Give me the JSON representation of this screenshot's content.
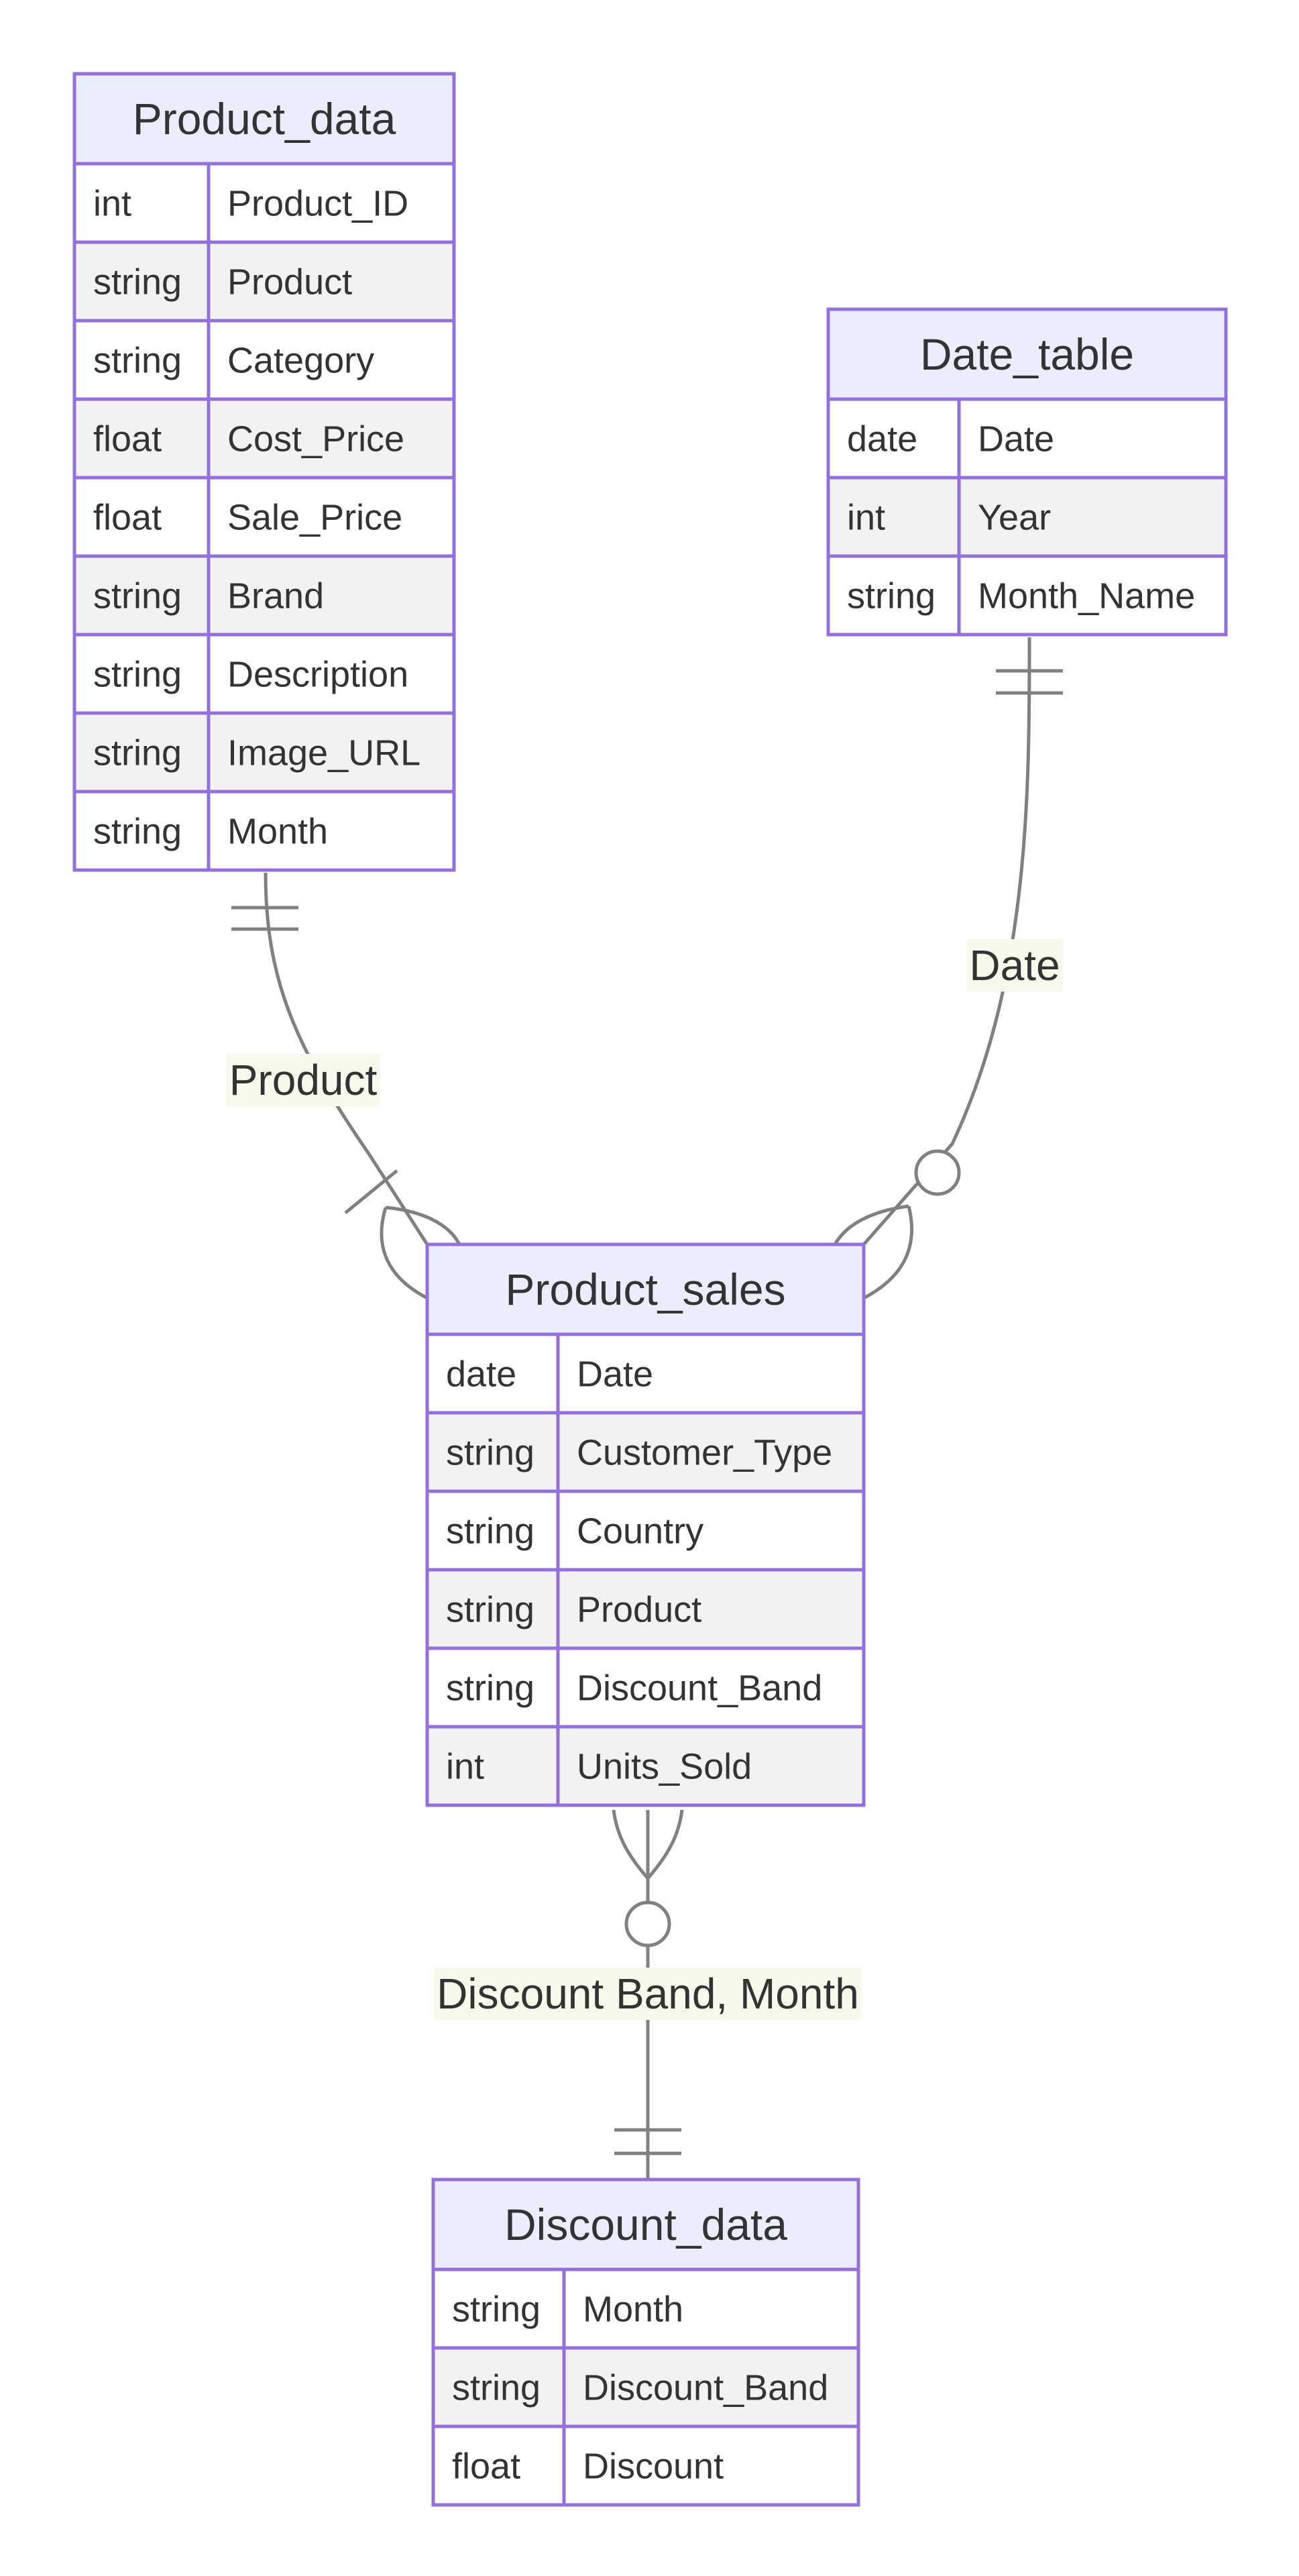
{
  "colors": {
    "entity_header_fill": "#ECECFF",
    "entity_border": "#9370DB",
    "row_odd_fill": "#FFFFFF",
    "row_even_fill": "#F2F2F2",
    "edge": "#808080",
    "label_bg": "#F7F9EC",
    "text": "#333333"
  },
  "entities": {
    "product_data": {
      "name": "Product_data",
      "attributes": [
        {
          "type": "int",
          "name": "Product_ID"
        },
        {
          "type": "string",
          "name": "Product"
        },
        {
          "type": "string",
          "name": "Category"
        },
        {
          "type": "float",
          "name": "Cost_Price"
        },
        {
          "type": "float",
          "name": "Sale_Price"
        },
        {
          "type": "string",
          "name": "Brand"
        },
        {
          "type": "string",
          "name": "Description"
        },
        {
          "type": "string",
          "name": "Image_URL"
        },
        {
          "type": "string",
          "name": "Month"
        }
      ]
    },
    "date_table": {
      "name": "Date_table",
      "attributes": [
        {
          "type": "date",
          "name": "Date"
        },
        {
          "type": "int",
          "name": "Year"
        },
        {
          "type": "string",
          "name": "Month_Name"
        }
      ]
    },
    "product_sales": {
      "name": "Product_sales",
      "attributes": [
        {
          "type": "date",
          "name": "Date"
        },
        {
          "type": "string",
          "name": "Customer_Type"
        },
        {
          "type": "string",
          "name": "Country"
        },
        {
          "type": "string",
          "name": "Product"
        },
        {
          "type": "string",
          "name": "Discount_Band"
        },
        {
          "type": "int",
          "name": "Units_Sold"
        }
      ]
    },
    "discount_data": {
      "name": "Discount_data",
      "attributes": [
        {
          "type": "string",
          "name": "Month"
        },
        {
          "type": "string",
          "name": "Discount_Band"
        },
        {
          "type": "float",
          "name": "Discount"
        }
      ]
    }
  },
  "relationships": [
    {
      "from": "Product_data",
      "to": "Product_sales",
      "label": "Product",
      "from_cardinality": "exactly-one",
      "to_cardinality": "one-or-many"
    },
    {
      "from": "Date_table",
      "to": "Product_sales",
      "label": "Date",
      "from_cardinality": "exactly-one",
      "to_cardinality": "zero-or-many"
    },
    {
      "from": "Product_sales",
      "to": "Discount_data",
      "label": "Discount Band, Month",
      "from_cardinality": "zero-or-many",
      "to_cardinality": "exactly-one"
    }
  ]
}
